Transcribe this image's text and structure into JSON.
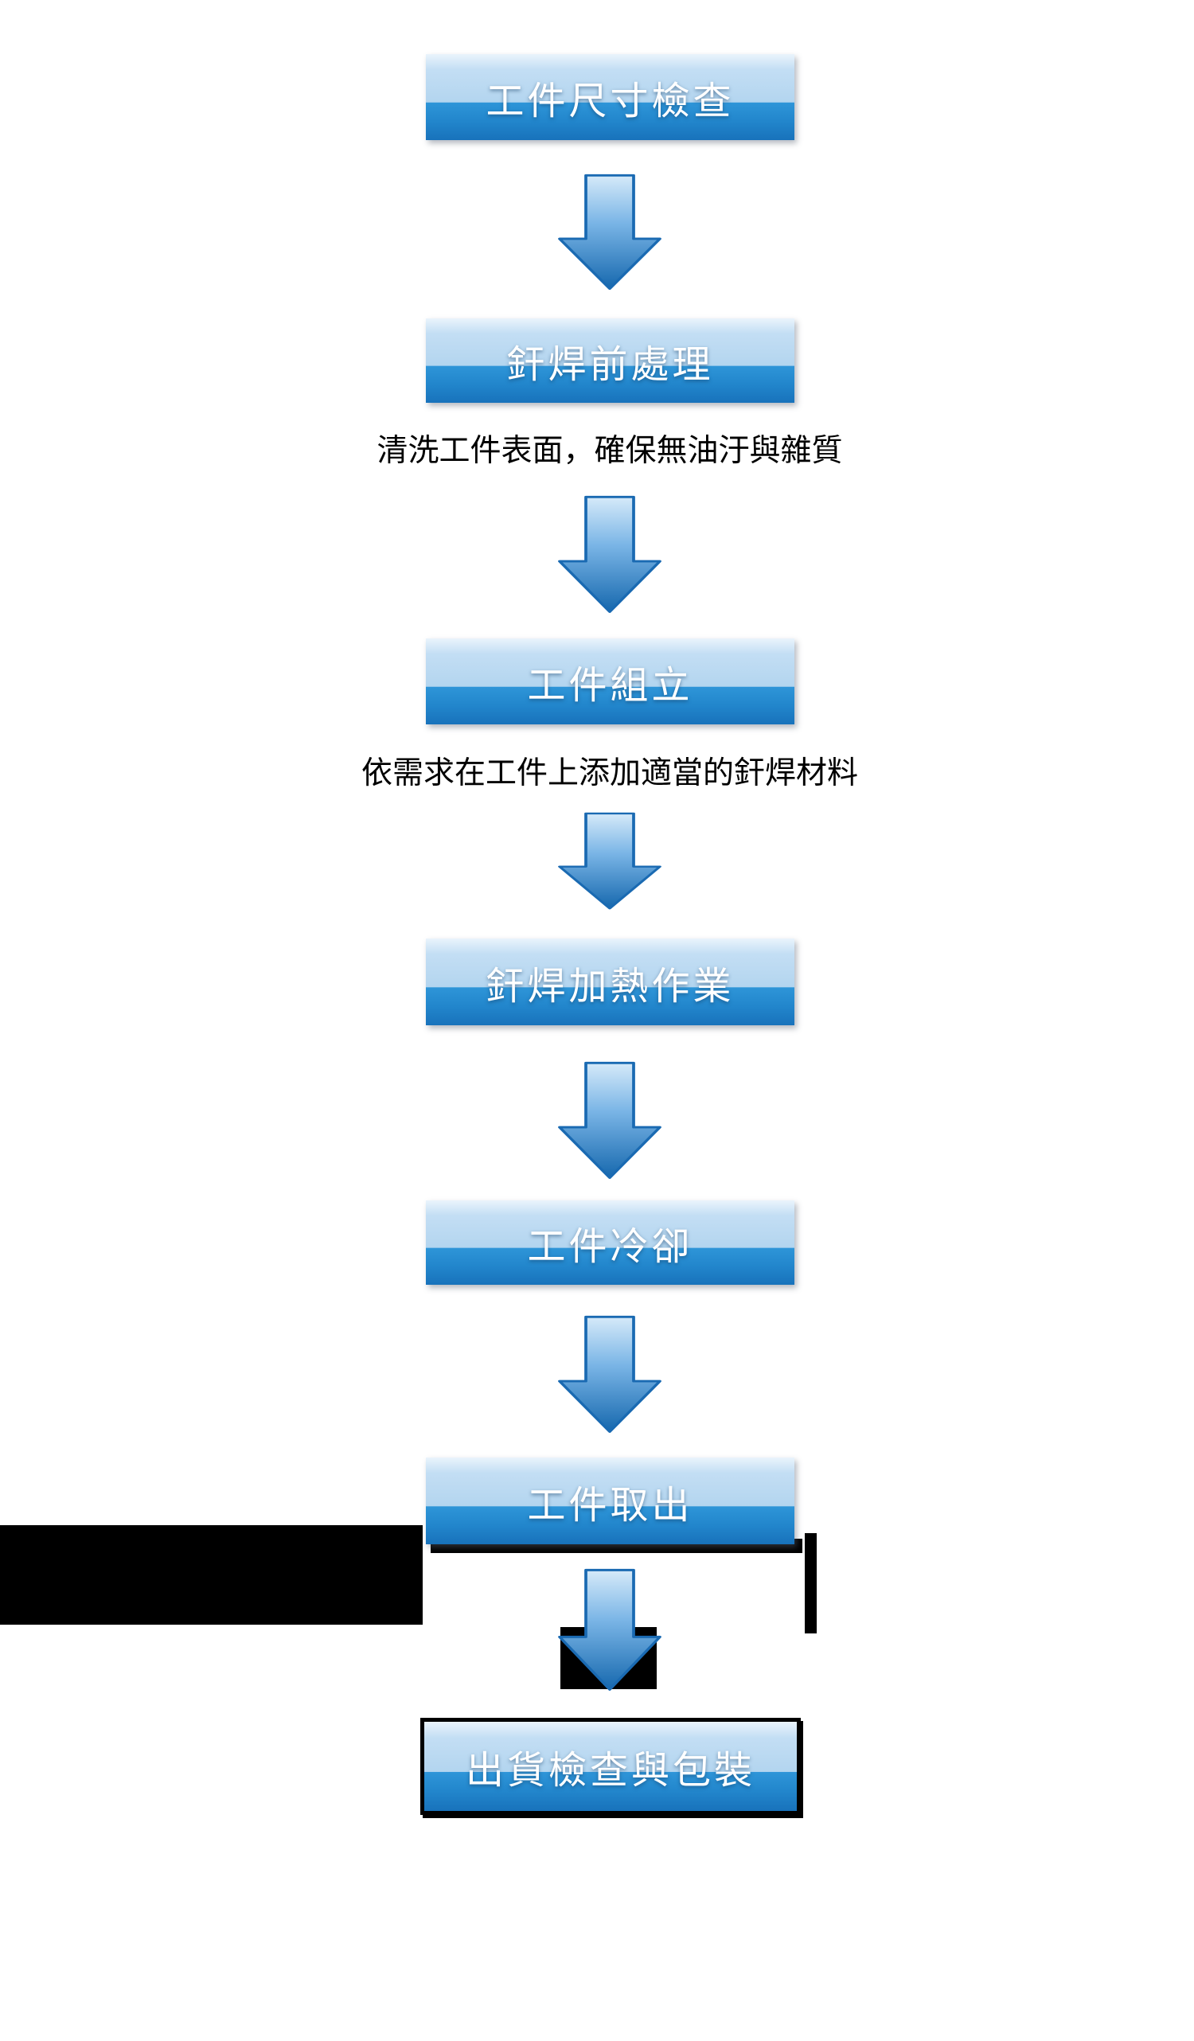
{
  "flow": {
    "steps": [
      {
        "label": "工件尺寸檢查"
      },
      {
        "label": "釬焊前處理",
        "note": "清洗工件表面，確保無油汙與雜質"
      },
      {
        "label": "工件組立",
        "note": "依需求在工件上添加適當的釬焊材料"
      },
      {
        "label": "釬焊加熱作業"
      },
      {
        "label": "工件冷卻"
      },
      {
        "label": "工件取出"
      },
      {
        "label": "出貨檢查與包裝"
      }
    ]
  },
  "colors": {
    "box_top_blue": "#b3d5ef",
    "box_bottom_blue": "#1872bb",
    "arrow_blue": "#2e8fd4",
    "arrow_outline": "#1a6ab2",
    "box_text": "#ffffff",
    "caption_text": "#000000",
    "redaction_black": "#000000"
  }
}
